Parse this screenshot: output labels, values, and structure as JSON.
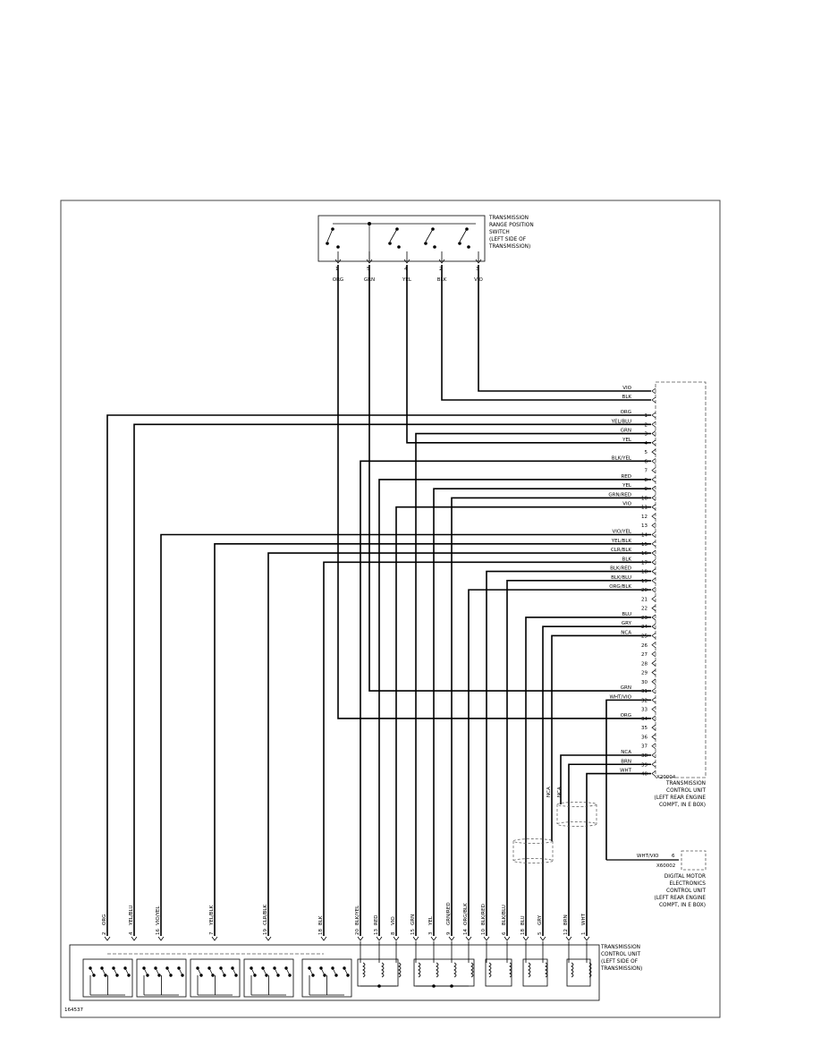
{
  "range_switch": {
    "caption": [
      "TRANSMISSION",
      "RANGE POSITION",
      "SWITCH",
      "(LEFT SIDE OF",
      "TRANSMISSION)"
    ],
    "pins": [
      {
        "pin": "1",
        "color": "ORG"
      },
      {
        "pin": "5",
        "color": "GRN"
      },
      {
        "pin": "4",
        "color": "YEL"
      },
      {
        "pin": "2",
        "color": "BLK"
      },
      {
        "pin": "3",
        "color": "VIO"
      }
    ]
  },
  "tcu_top": {
    "caption": [
      "TRANSMISSION",
      "CONTROL UNIT",
      "(LEFT REAR ENGINE",
      "COMPT, IN E BOX)"
    ],
    "connector_id": "X20004",
    "top_wires": [
      "VIO",
      "BLK"
    ],
    "pins": [
      {
        "pin": "1",
        "color": "ORG"
      },
      {
        "pin": "2",
        "color": "YEL/BLU"
      },
      {
        "pin": "3",
        "color": "GRN"
      },
      {
        "pin": "4",
        "color": "YEL"
      },
      {
        "pin": "5",
        "color": ""
      },
      {
        "pin": "6",
        "color": "BLK/YEL"
      },
      {
        "pin": "7",
        "color": ""
      },
      {
        "pin": "8",
        "color": "RED"
      },
      {
        "pin": "9",
        "color": "YEL"
      },
      {
        "pin": "10",
        "color": "GRN/RED"
      },
      {
        "pin": "11",
        "color": "VIO"
      },
      {
        "pin": "12",
        "color": ""
      },
      {
        "pin": "13",
        "color": ""
      },
      {
        "pin": "14",
        "color": "VIO/YEL"
      },
      {
        "pin": "15",
        "color": "YEL/BLK"
      },
      {
        "pin": "16",
        "color": "CLR/BLK"
      },
      {
        "pin": "17",
        "color": "BLK"
      },
      {
        "pin": "18",
        "color": "BLK/RED"
      },
      {
        "pin": "19",
        "color": "BLK/BLU"
      },
      {
        "pin": "20",
        "color": "ORG/BLK"
      },
      {
        "pin": "21",
        "color": ""
      },
      {
        "pin": "22",
        "color": ""
      },
      {
        "pin": "23",
        "color": "BLU"
      },
      {
        "pin": "24",
        "color": "GRY"
      },
      {
        "pin": "25",
        "color": "NCA"
      },
      {
        "pin": "26",
        "color": ""
      },
      {
        "pin": "27",
        "color": ""
      },
      {
        "pin": "28",
        "color": ""
      },
      {
        "pin": "29",
        "color": ""
      },
      {
        "pin": "30",
        "color": ""
      },
      {
        "pin": "31",
        "color": "GRN"
      },
      {
        "pin": "32",
        "color": "WHT/VIO"
      },
      {
        "pin": "33",
        "color": ""
      },
      {
        "pin": "34",
        "color": "ORG"
      },
      {
        "pin": "35",
        "color": ""
      },
      {
        "pin": "36",
        "color": ""
      },
      {
        "pin": "37",
        "color": ""
      },
      {
        "pin": "38",
        "color": "NCA"
      },
      {
        "pin": "39",
        "color": "BRN"
      },
      {
        "pin": "40",
        "color": "WHT"
      }
    ]
  },
  "nca_labels": [
    "NCA",
    "NCA"
  ],
  "dme": {
    "wire": "WHT/VIO",
    "pin": "6",
    "connector_id": "X60002",
    "caption": [
      "DIGITAL MOTOR",
      "ELECTRONICS",
      "CONTROL UNIT",
      "(LEFT REAR ENGINE",
      "COMPT, IN E BOX)"
    ]
  },
  "tcu_bottom": {
    "caption": [
      "TRANSMISSION",
      "CONTROL UNIT",
      "(LEFT SIDE OF",
      "TRANSMISSION)"
    ],
    "pins": [
      {
        "pin": "2",
        "color": "ORG"
      },
      {
        "pin": "4",
        "color": "YEL/BLU"
      },
      {
        "pin": "16",
        "color": "VIO/YEL"
      },
      {
        "pin": "7",
        "color": "YEL/BLK"
      },
      {
        "pin": "19",
        "color": "CLR/BLK"
      },
      {
        "pin": "18",
        "color": "BLK"
      },
      {
        "pin": "20",
        "color": "BLK/YEL"
      },
      {
        "pin": "13",
        "color": "RED"
      },
      {
        "pin": "8",
        "color": "VIO"
      },
      {
        "pin": "15",
        "color": "GRN"
      },
      {
        "pin": "3",
        "color": "YEL"
      },
      {
        "pin": "9",
        "color": "GRN/RED"
      },
      {
        "pin": "14",
        "color": "ORG/BLK"
      },
      {
        "pin": "10",
        "color": "BLK/RED"
      },
      {
        "pin": "6",
        "color": "BLK/BLU"
      },
      {
        "pin": "18",
        "color": "BLU"
      },
      {
        "pin": "5",
        "color": "GRY"
      },
      {
        "pin": "12",
        "color": "BRN"
      },
      {
        "pin": "1",
        "color": "WHT"
      }
    ]
  },
  "figure_id": "164537",
  "colors": {
    "line": "#000000",
    "frame": "#444444",
    "dash": "#555555"
  }
}
